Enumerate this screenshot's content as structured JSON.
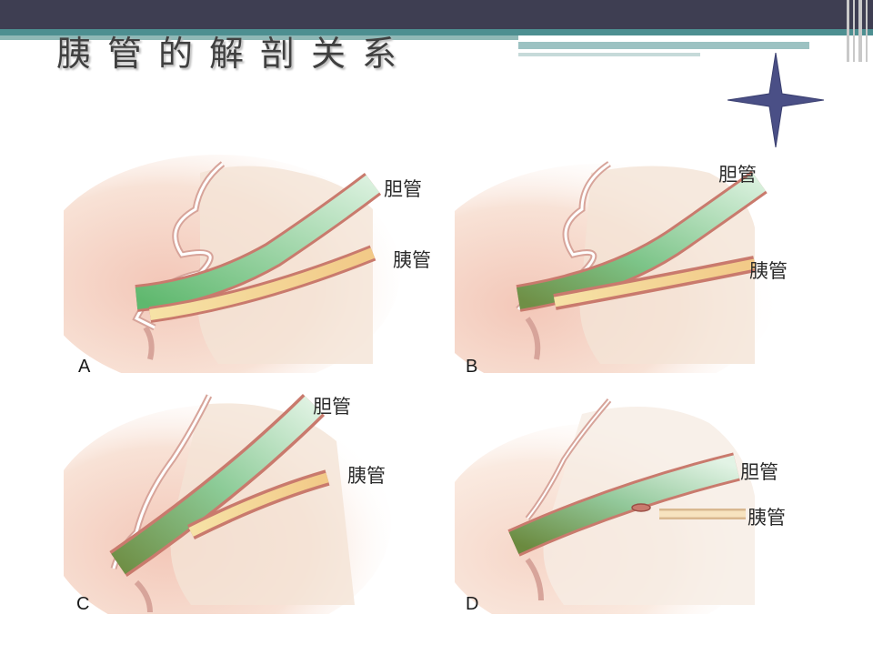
{
  "slide": {
    "title": "胰管的解剖关系",
    "accent_color": "#4d8f91",
    "header_color": "#3e3e52",
    "star_icon": "four-point-star-icon",
    "star_color": "#4a4f86"
  },
  "panels": [
    {
      "letter": "A",
      "bile_label": "胆管",
      "pancreatic_label": "胰管"
    },
    {
      "letter": "B",
      "bile_label": "胆管",
      "pancreatic_label": "胰管"
    },
    {
      "letter": "C",
      "bile_label": "胆管",
      "pancreatic_label": "胰管"
    },
    {
      "letter": "D",
      "bile_label": "胆管",
      "pancreatic_label": "胰管"
    }
  ]
}
